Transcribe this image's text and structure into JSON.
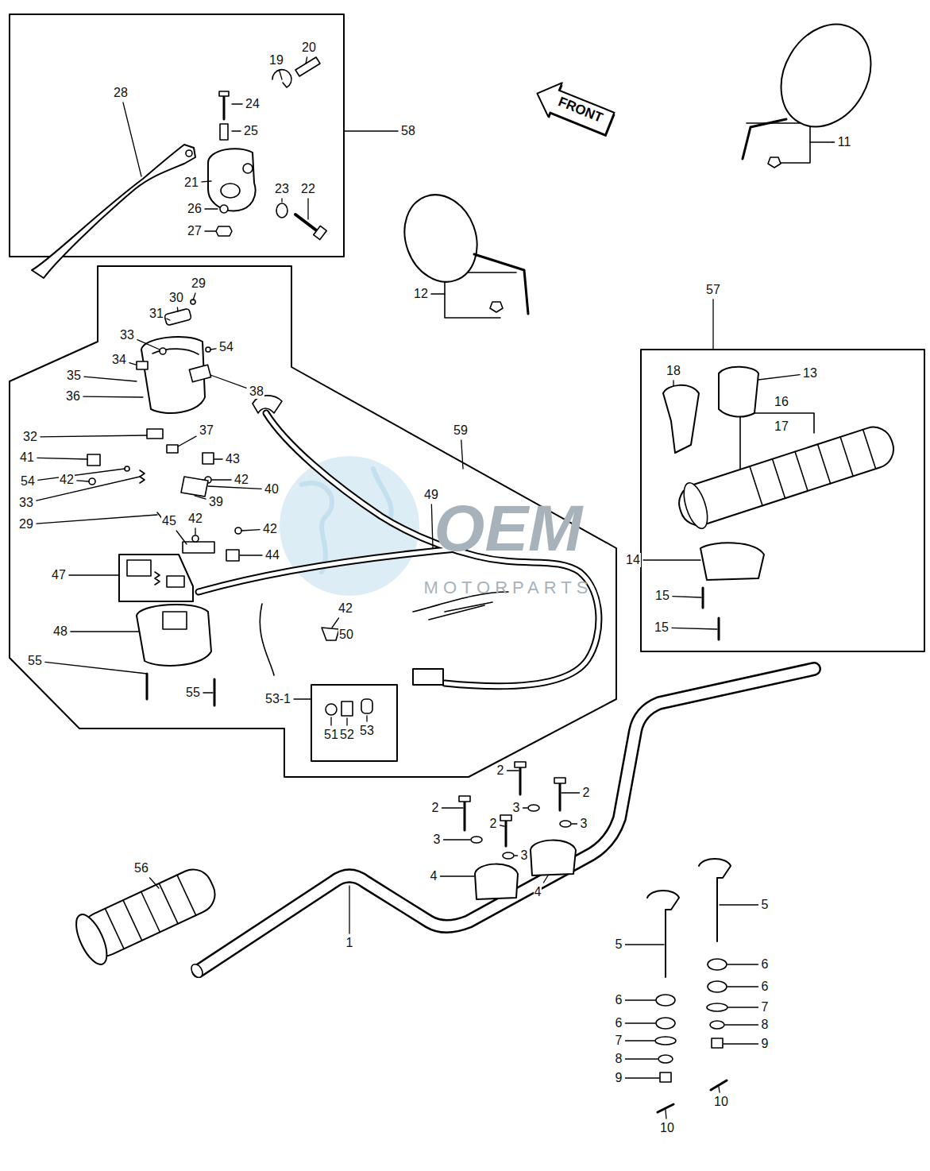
{
  "diagram": {
    "nodes": [
      {
        "text": [
          "FRONT"
        ]
      }
    ],
    "labels": [
      "28",
      "24",
      "25",
      "19",
      "20",
      "21",
      "26",
      "27",
      "23",
      "22",
      "58",
      "11",
      "12",
      "29",
      "30",
      "31",
      "33",
      "54",
      "34",
      "35",
      "38",
      "36",
      "37",
      "32",
      "41",
      "43",
      "42",
      "42",
      "54",
      "40",
      "39",
      "33",
      "29",
      "45",
      "42",
      "42",
      "44",
      "47",
      "49",
      "59",
      "42",
      "48",
      "50",
      "55",
      "55",
      "53-1",
      "51",
      "52",
      "53",
      "57",
      "18",
      "13",
      "16",
      "17",
      "14",
      "15",
      "15",
      "56",
      "1",
      "2",
      "2",
      "2",
      "2",
      "3",
      "3",
      "3",
      "3",
      "4",
      "4",
      "5",
      "5",
      "6",
      "6",
      "6",
      "6",
      "7",
      "7",
      "8",
      "8",
      "9",
      "9",
      "10",
      "10",
      "OEM",
      "MOTORPARTS"
    ]
  }
}
